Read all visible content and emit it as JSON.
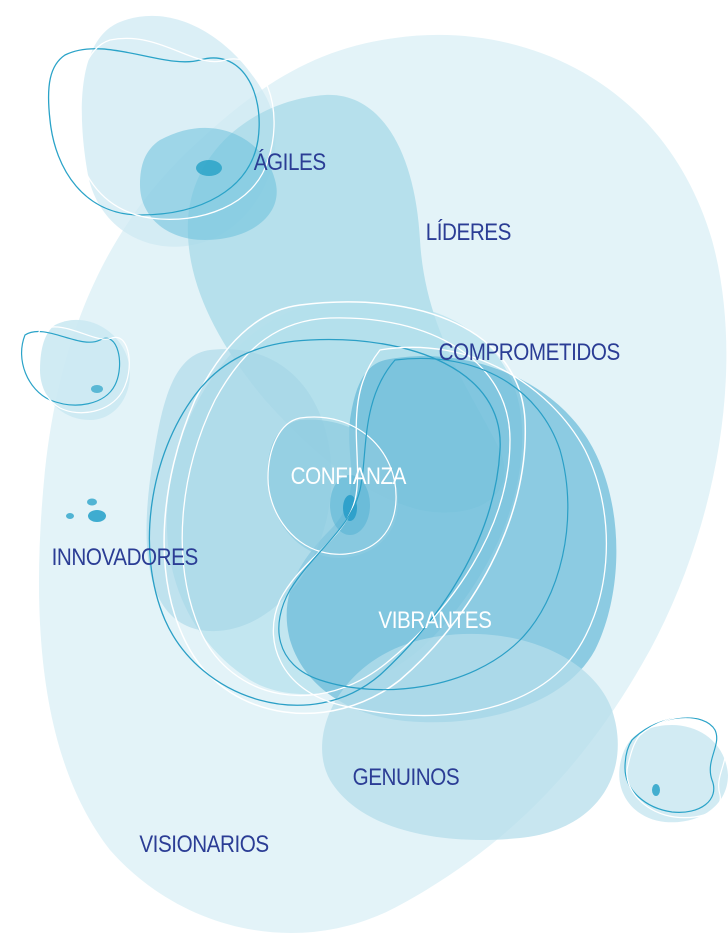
{
  "colors": {
    "label": "#2b3d95",
    "label_light": "#ffffff",
    "blob_palest": "#e4f4f9",
    "blob_pale": "#cbeaf3",
    "blob_mid": "#9fd6e6",
    "blob_deep": "#74c2db",
    "blob_strong": "#56b3d2",
    "accent_dot": "#1ea1cc",
    "outline": "#2aa3c8"
  },
  "labels": {
    "agiles": "ÁGILES",
    "lideres": "LÍDERES",
    "comprometidos": "COMPROMETIDOS",
    "confianza": "CONFIANZA",
    "innovadores": "INNOVADORES",
    "vibrantes": "VIBRANTES",
    "genuinos": "GENUINOS",
    "visionarios": "VISIONARIOS"
  }
}
